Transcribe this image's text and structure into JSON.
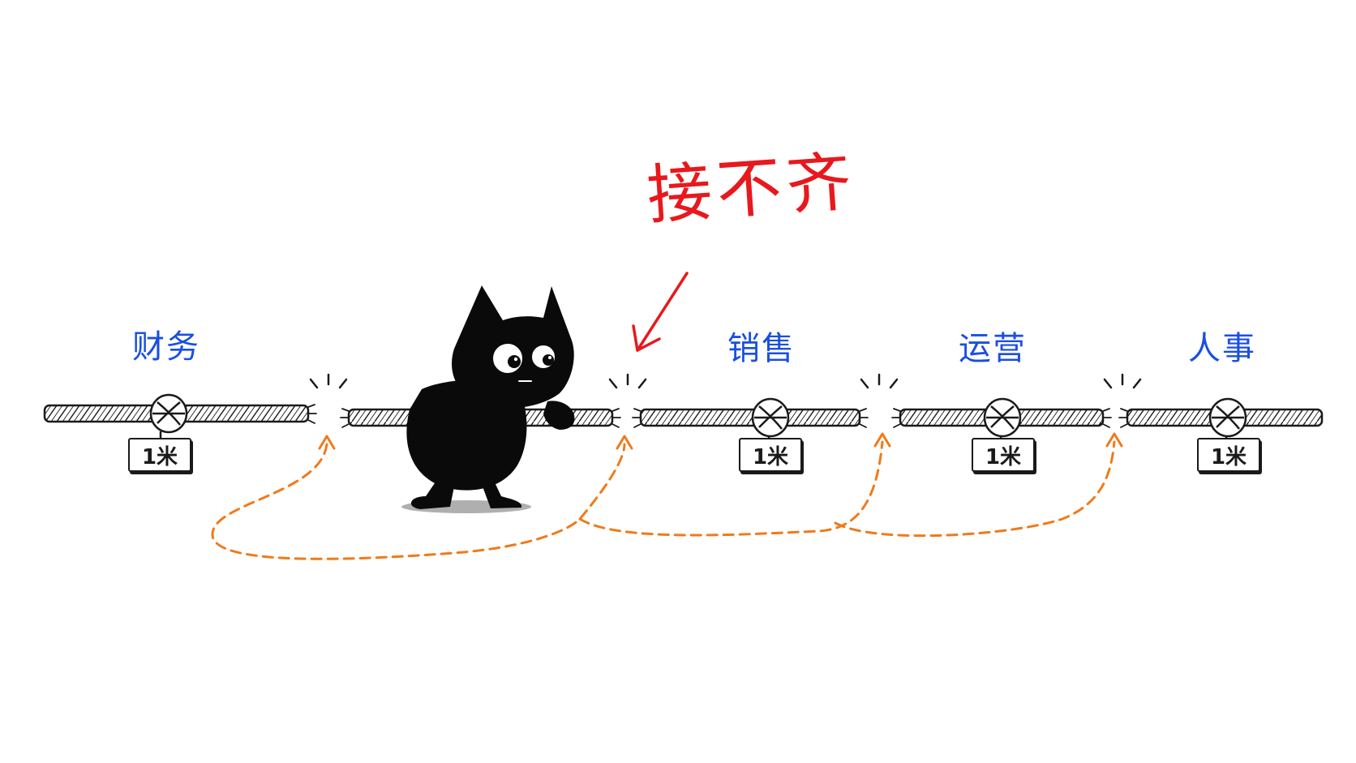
{
  "headline": "接不齐",
  "department_labels": [
    "财务",
    "销售",
    "运营",
    "人事"
  ],
  "segment_length_tag": "1米",
  "colors": {
    "headline": "#e8181d",
    "labels": "#1a4fe0",
    "rope": "#1a1a1a",
    "cat": "#0a0a0a",
    "connector": "#f07a1a"
  },
  "icons": {
    "character": "black-cat-icon",
    "joint": "rope-knot-icon",
    "pointer": "red-arrow-icon"
  }
}
